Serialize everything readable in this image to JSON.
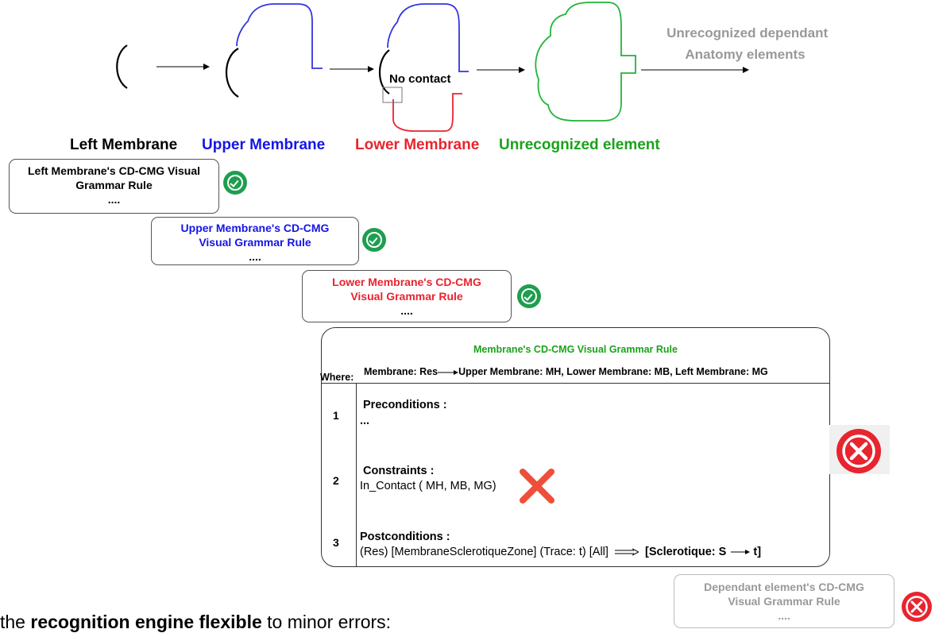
{
  "pipeline": {
    "no_contact_label": "No contact",
    "unrecognized_label_line1": "Unrecognized dependant",
    "unrecognized_label_line2": "Anatomy elements"
  },
  "legend": {
    "left": "Left Membrane",
    "upper": "Upper Membrane",
    "lower": "Lower Membrane",
    "unrecognized": "Unrecognized element"
  },
  "rules": {
    "left": {
      "line1": "Left Membrane's CD-CMG Visual",
      "line2": "Grammar Rule",
      "dots": "...."
    },
    "upper": {
      "line1": "Upper Membrane's CD-CMG",
      "line2": "Visual Grammar Rule",
      "dots": "...."
    },
    "lower": {
      "line1": "Lower Membrane's CD-CMG",
      "line2": "Visual Grammar Rule",
      "dots": "...."
    },
    "dependant": {
      "line1": "Dependant element's CD-CMG",
      "line2": "Visual Grammar Rule",
      "dots": "...."
    }
  },
  "main_rule": {
    "title": "Membrane's CD-CMG Visual Grammar Rule",
    "where": "Where:",
    "def_prefix": "Membrane: Res",
    "def_suffix": "Upper Membrane: MH, Lower Membrane: MB, Left Membrane: MG",
    "rows": [
      {
        "num": "1",
        "head": "Preconditions :",
        "body": "..."
      },
      {
        "num": "2",
        "head": "Constraints :",
        "body": "In_Contact ( MH, MB, MG)"
      },
      {
        "num": "3",
        "head": "Postconditions :",
        "body_a": "(Res) [MembraneSclerotiqueZone] (Trace: t) [All]",
        "body_b": "[Sclerotique: S",
        "body_c": "t]"
      }
    ]
  },
  "bottom_text": {
    "prefix": "the ",
    "bold": "recognition engine flexible",
    "suffix": " to minor errors:"
  },
  "colors": {
    "black": "#000000",
    "blue": "#1515e6",
    "red": "#e8242f",
    "green": "#1aa31a",
    "grey": "#999999",
    "check": "#1e9e4f"
  }
}
